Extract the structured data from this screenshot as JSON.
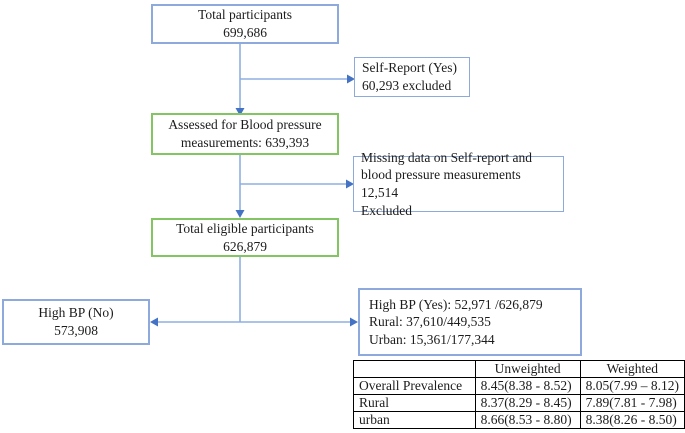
{
  "flowchart": {
    "total_participants": {
      "line1": "Total participants",
      "line2": "699,686"
    },
    "self_report_excluded": {
      "line1": "Self-Report (Yes)",
      "line2": "60,293 excluded"
    },
    "assessed_bp": {
      "line1": "Assessed for Blood pressure",
      "line2": "measurements: 639,393"
    },
    "missing_data_excluded": {
      "line1": "Missing data on Self-report and",
      "line2": "blood pressure measurements 12,514",
      "line3": "Excluded"
    },
    "total_eligible": {
      "line1": "Total eligible participants",
      "line2": "626,879"
    },
    "high_bp_no": {
      "line1": "High BP (No)",
      "line2": "573,908"
    },
    "high_bp_yes": {
      "line1": "High BP (Yes): 52,971 /626,879",
      "line2": "Rural: 37,610/449,535",
      "line3": "Urban: 15,361/177,344"
    }
  },
  "prevalence_table": {
    "col_headers": {
      "blank": "",
      "unweighted": "Unweighted",
      "weighted": "Weighted"
    },
    "rows": [
      {
        "label": "Overall Prevalence",
        "unweighted": "8.45(8.38 - 8.52)",
        "weighted": "8.05(7.99 – 8.12)"
      },
      {
        "label": "Rural",
        "unweighted": "8.37(8.29 - 8.45)",
        "weighted": "7.89(7.81 - 7.98)"
      },
      {
        "label": "urban",
        "unweighted": "8.66(8.53 - 8.80)",
        "weighted": "8.38(8.26 - 8.50)"
      }
    ]
  },
  "colors": {
    "blue_box_border": "#8EAADC",
    "green_box_border": "#84C563",
    "arrow_line": "#8FAFE0",
    "arrow_head": "#4472C4",
    "table_border": "#000000"
  }
}
